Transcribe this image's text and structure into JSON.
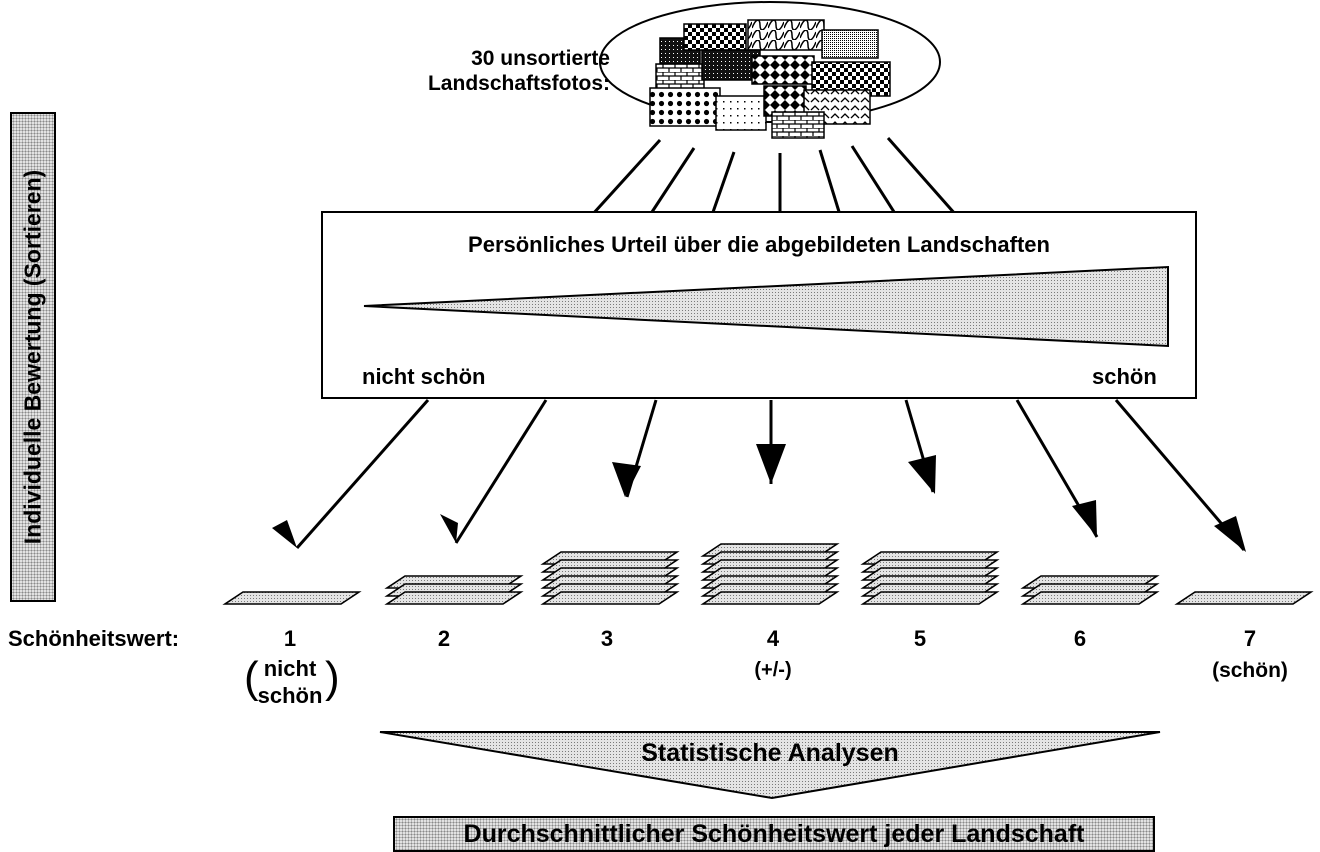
{
  "header": {
    "photos_title_line1": "30 unsortierte",
    "photos_title_line2": "Landschaftsfotos:"
  },
  "side_label": "Individuelle Bewertung (Sortieren)",
  "judgement_box": {
    "title": "Persönliches Urteil über die abgebildeten Landschaften",
    "left_label": "nicht schön",
    "right_label": "schön"
  },
  "scale": {
    "label": "Schönheitswert:",
    "values": [
      {
        "number": "1",
        "sub_line1": "nicht",
        "sub_line2": "schön",
        "stack_size": 1
      },
      {
        "number": "2",
        "sub_line1": "",
        "sub_line2": "",
        "stack_size": 3
      },
      {
        "number": "3",
        "sub_line1": "",
        "sub_line2": "",
        "stack_size": 6
      },
      {
        "number": "4",
        "sub_line1": "(+/-)",
        "sub_line2": "",
        "stack_size": 7
      },
      {
        "number": "5",
        "sub_line1": "",
        "sub_line2": "",
        "stack_size": 6
      },
      {
        "number": "6",
        "sub_line1": "",
        "sub_line2": "",
        "stack_size": 3
      },
      {
        "number": "7",
        "sub_line1": "(schön)",
        "sub_line2": "",
        "stack_size": 1
      }
    ]
  },
  "analysis": {
    "label": "Statistische Analysen"
  },
  "result": {
    "label": "Durchschnittlicher Schönheitswert jeder Landschaft"
  }
}
